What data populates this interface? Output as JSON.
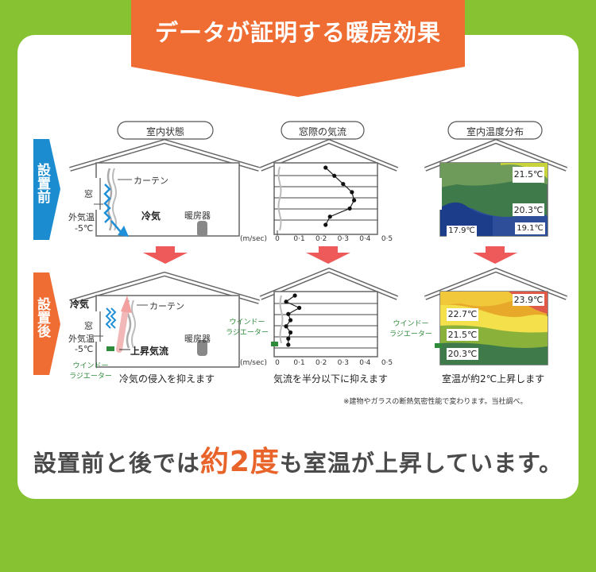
{
  "header": {
    "title": "データが証明する暖房効果"
  },
  "row_labels": {
    "before": "設置前",
    "after": "設置後"
  },
  "columns": {
    "room_state": "室内状態",
    "window_airflow": "窓際の気流",
    "temperature_distribution": "室内温度分布"
  },
  "house_labels": {
    "curtain": "カーテン",
    "window": "窓",
    "outside_temp_label": "外気温",
    "outside_temp_value": "-5℃",
    "cold_air": "冷気",
    "heater": "暖房器",
    "rising_air": "上昇気流",
    "window_radiator_line1": "ウインドー",
    "window_radiator_line2": "ラジエーター"
  },
  "airflow_axis": {
    "unit": "(m/sec)",
    "ticks": [
      "0",
      "0·1",
      "0·2",
      "0·3",
      "0·4",
      "0·5"
    ]
  },
  "chart_data": [
    {
      "type": "line",
      "title": "窓際の気流",
      "row": "設置前",
      "xlabel": "(m/sec)",
      "xlim": [
        0,
        0.5
      ],
      "x": [
        0.22,
        0.26,
        0.3,
        0.34,
        0.35,
        0.33,
        0.24,
        0.22
      ],
      "y": [
        1,
        2,
        3,
        4,
        5,
        6,
        7,
        8
      ]
    },
    {
      "type": "line",
      "title": "窓際の気流",
      "row": "設置後",
      "xlabel": "(m/sec)",
      "xlim": [
        0,
        0.5
      ],
      "x": [
        0.08,
        0.04,
        0.1,
        0.05,
        0.06,
        0.04,
        0.06,
        0.05,
        0.05
      ],
      "y": [
        1,
        2,
        3,
        4,
        5,
        6,
        7,
        8,
        9
      ]
    }
  ],
  "temperatures": {
    "before": [
      "21.5℃",
      "20.3℃",
      "17.9℃",
      "19.1℃"
    ],
    "after": [
      "23.9℃",
      "22.7℃",
      "21.5℃",
      "20.3℃"
    ]
  },
  "captions": {
    "room_after": "冷気の侵入を抑えます",
    "airflow_after": "気流を半分以下に抑えます",
    "temp_after": "室温が約2℃上昇します"
  },
  "footnote": "※建物やガラスの断熱気密性能で変わります。当社調べ。",
  "footer": {
    "part1": "設置前と後では",
    "highlight": "約2度",
    "part2": "も室温が上昇しています。"
  },
  "colors": {
    "background": "#86c232",
    "banner": "#ef6c33",
    "before_tab": "#1a8ccf",
    "after_tab": "#ef6c33",
    "arrow": "#ee5a5a",
    "cold_blue": "#1f8fd8",
    "warm_red": "#e85a5a",
    "radiator_green": "#2e8b3a"
  }
}
